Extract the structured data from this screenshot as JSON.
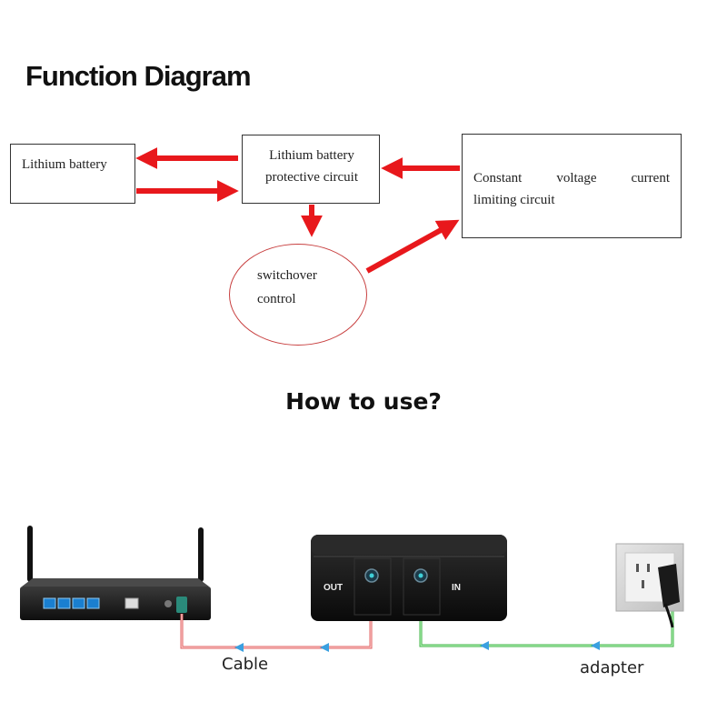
{
  "titles": {
    "function_diagram": "Function Diagram",
    "how_to_use": "How to use?"
  },
  "diagram": {
    "lithium_battery": "Lithium battery",
    "protective_line1": "Lithium battery",
    "protective_line2": "protective circuit",
    "constant_line1": "Constant voltage current",
    "constant_line2": "limiting circuit",
    "switchover_line1": "switchover",
    "switchover_line2": "control"
  },
  "usage": {
    "out_label": "OUT",
    "in_label": "IN",
    "cable_label": "Cable",
    "adapter_label": "adapter"
  },
  "colors": {
    "arrow": "#e8181c",
    "cable_red": "#e06060",
    "cable_green": "#3cb043",
    "flow_arrow": "#3aa0e0"
  }
}
